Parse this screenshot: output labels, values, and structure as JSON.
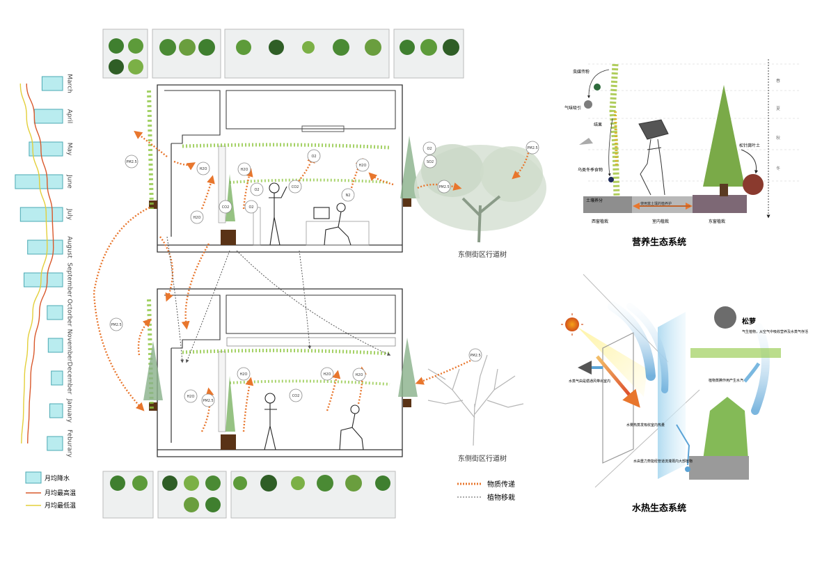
{
  "climate_chart": {
    "months": [
      "March",
      "April",
      "May",
      "June",
      "July",
      "August",
      "September",
      "Octorber",
      "November",
      "December",
      "January",
      "Feburary"
    ],
    "precip_rel": [
      0.4,
      0.55,
      0.65,
      0.92,
      0.82,
      0.68,
      0.75,
      0.3,
      0.28,
      0.22,
      0.25,
      0.3
    ],
    "max_rel": [
      0.3,
      0.45,
      0.58,
      0.7,
      0.8,
      0.82,
      0.7,
      0.55,
      0.45,
      0.38,
      0.35,
      0.32
    ],
    "min_rel": [
      0.18,
      0.3,
      0.42,
      0.55,
      0.68,
      0.7,
      0.58,
      0.42,
      0.32,
      0.26,
      0.24,
      0.2
    ],
    "colors": {
      "precip_fill": "#b9ecef",
      "precip_stroke": "#4aa9b3",
      "max": "#d9582b",
      "min": "#e3cf3a"
    },
    "legend": {
      "precip": "月均降水",
      "max": "月均最高温",
      "min": "月均最低温"
    }
  },
  "section_diagram": {
    "street_tree_label_top": "东侧街区行道树",
    "street_tree_label_bottom": "东侧街区行道树",
    "bubble_labels_top": [
      "H2O",
      "H2O",
      "O2",
      "CO2",
      "O2",
      "H2O",
      "O2",
      "PM2.5",
      "SO2",
      "PM2.5",
      "CO2",
      "H2O",
      "O2",
      "N2",
      "PM2.5"
    ],
    "bubble_labels_bottom": [
      "PM2.5",
      "H2O",
      "PM2.5",
      "H2O",
      "CO2",
      "H2O",
      "H2O",
      "PM2.5"
    ],
    "legend": {
      "material": "物质传递",
      "transplant": "植物移栽"
    },
    "colors": {
      "material": "#e8762d",
      "transplant": "#555555",
      "green": "#8dc63f",
      "soil": "#5a3316"
    }
  },
  "nutrition_system": {
    "title": "营养生态系统",
    "labels": {
      "pollination": "虫媒传粉",
      "attract": "气味吸引",
      "fruit": "结果",
      "bird_food": "乌类冬季食物",
      "soil_nutrient": "土壤养分",
      "pine_needle": "松针腐叶土",
      "shared_soil": "使用富土壤的植养护",
      "west_bed": "西窗植栽",
      "indoor_bed": "室内植栽",
      "east_bed": "东窗植栽"
    },
    "seasons": [
      "春",
      "夏",
      "秋",
      "冬"
    ]
  },
  "hydrothermal_system": {
    "title": "水热生态系统",
    "plant_name": "松萝",
    "labels": {
      "moss_desc": "气生植物，从空气中吸收营养及水蒸气存活",
      "vapor_in": "水蒸气由是循通风带出室内",
      "absorb_heat": "水雾热蒸发吸收室内热量",
      "gravity_water": "水由重力势能经管道流灌溉内大部植物",
      "transpiration": "植物蒸腾作用产生水汽"
    }
  }
}
